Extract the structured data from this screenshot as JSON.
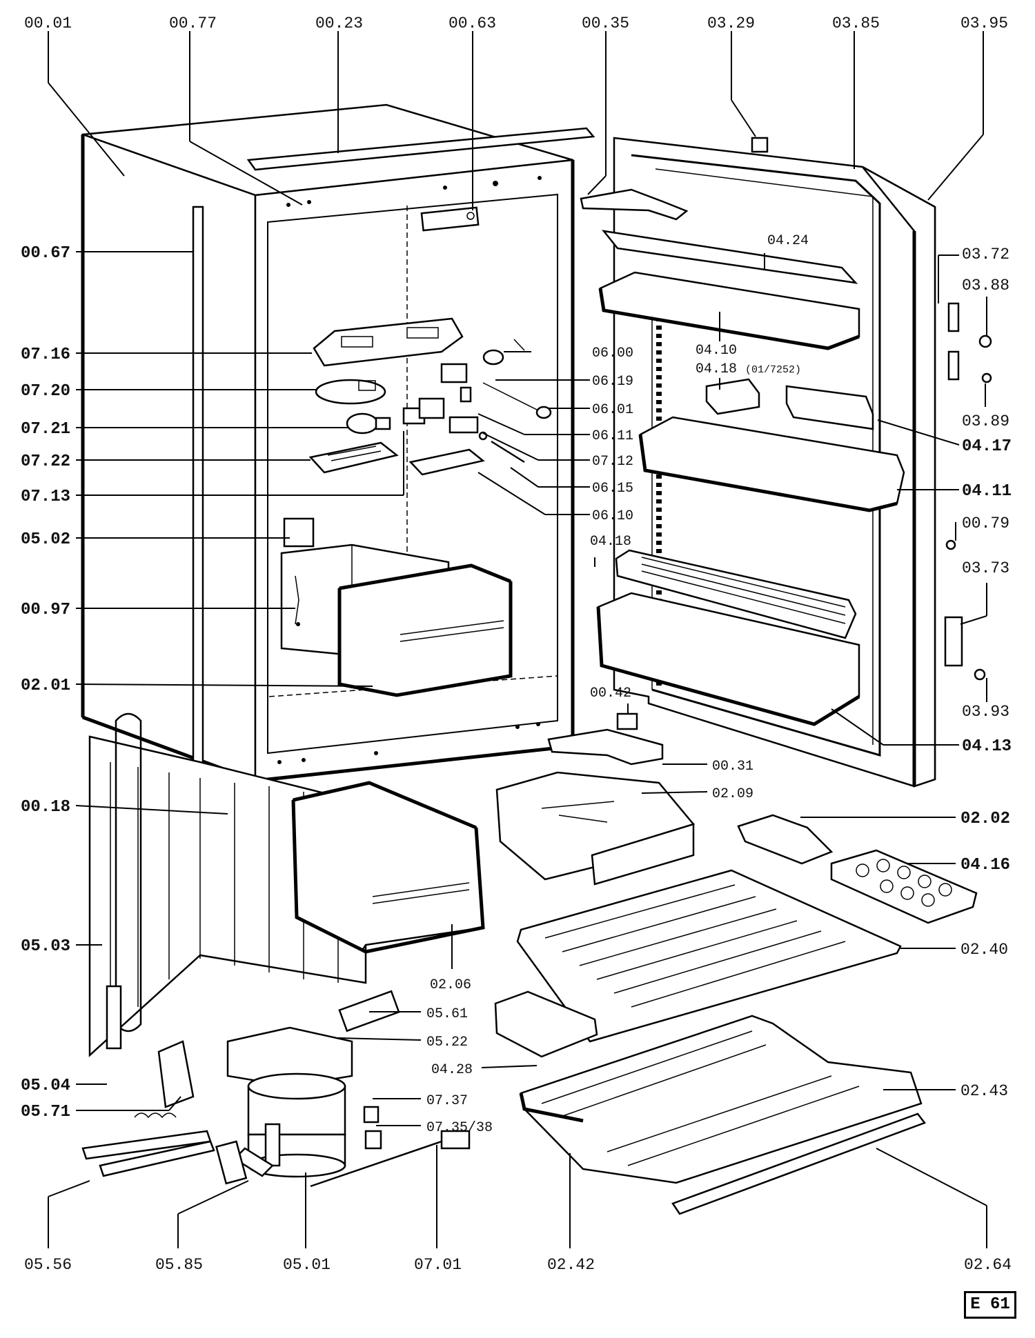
{
  "page_code": "E 61",
  "labels": {
    "p00_01": "00.01",
    "p00_77": "00.77",
    "p00_23": "00.23",
    "p00_63": "00.63",
    "p00_35": "00.35",
    "p03_29": "03.29",
    "p03_85": "03.85",
    "p03_95": "03.95",
    "p00_67": "00.67",
    "p07_16": "07.16",
    "p07_20": "07.20",
    "p07_21": "07.21",
    "p07_22": "07.22",
    "p07_13": "07.13",
    "p05_02": "05.02",
    "p00_97": "00.97",
    "p02_01": "02.01",
    "p00_18": "00.18",
    "p05_03": "05.03",
    "p05_04": "05.04",
    "p05_71": "05.71",
    "p05_56": "05.56",
    "p05_85": "05.85",
    "p05_01": "05.01",
    "p07_01": "07.01",
    "p02_42": "02.42",
    "p02_64": "02.64",
    "p06_00": "06.00",
    "p06_19": "06.19",
    "p06_01": "06.01",
    "p06_11": "06.11",
    "p07_12": "07.12",
    "p06_15": "06.15",
    "p06_10": "06.10",
    "p04_24": "04.24",
    "p04_10": "04.10",
    "p04_18a": "04.18",
    "p01_7252": "(01/7252)",
    "p03_72": "03.72",
    "p03_88": "03.88",
    "p03_89": "03.89",
    "p04_17": "04.17",
    "p04_11": "04.11",
    "p00_79": "00.79",
    "p04_18b": "04.18",
    "p03_73": "03.73",
    "p03_93": "03.93",
    "p04_13": "04.13",
    "p00_42": "00.42",
    "p00_31": "00.31",
    "p02_09": "02.09",
    "p02_02": "02.02",
    "p04_16": "04.16",
    "p02_40": "02.40",
    "p02_06": "02.06",
    "p05_61": "05.61",
    "p05_22": "05.22",
    "p04_28": "04.28",
    "p07_37": "07.37",
    "p07_35_38": "07.35/38",
    "p02_43": "02.43"
  }
}
